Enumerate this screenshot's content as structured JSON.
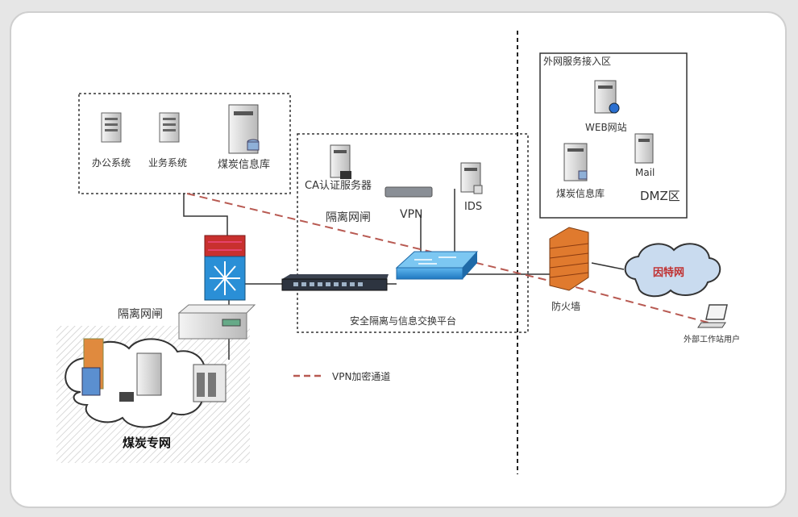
{
  "labels": {
    "office_system": "办公系统",
    "business_system": "业务系统",
    "coal_db_internal": "煤炭信息库",
    "ca_server": "CA认证服务器",
    "isolation_gateway_inner": "隔离网闸",
    "vpn": "VPN",
    "ids": "IDS",
    "platform": "安全隔离与信息交换平台",
    "isolation_gateway": "隔离网闸",
    "coal_private_net": "煤炭专网",
    "vpn_legend": "VPN加密通道",
    "dmz_zone_title": "外网服务接入区",
    "web_site": "WEB网站",
    "mail": "Mail",
    "coal_db_dmz": "煤炭信息库",
    "dmz": "DMZ区",
    "firewall": "防火墙",
    "internet": "因特网",
    "remote_user": "外部工作站用户"
  },
  "colors": {
    "vpn_tunnel": "#b85a52",
    "switch_blue": "#2a8fd6",
    "firewall_orange": "#e07a2e",
    "core_red": "#c8302e",
    "cloud_blue": "#c9dbef"
  }
}
